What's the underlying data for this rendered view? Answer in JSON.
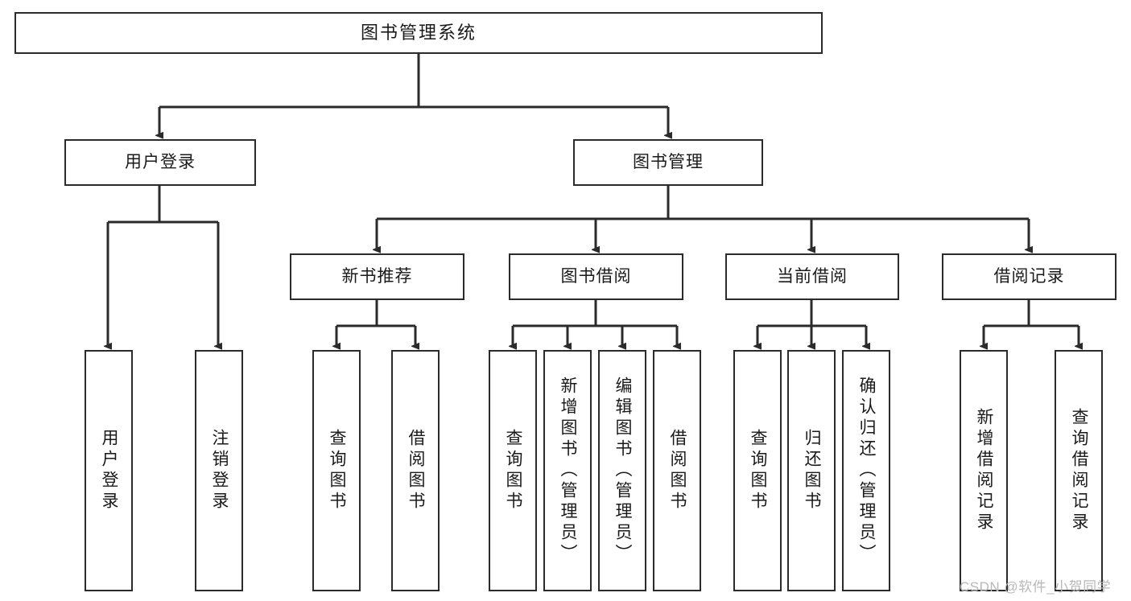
{
  "diagram": {
    "title": "图书管理系统",
    "type": "hierarchy-tree",
    "root": {
      "label": "图书管理系统",
      "name": "node-root-system"
    },
    "level2": [
      {
        "label": "用户登录",
        "name": "node-user-login"
      },
      {
        "label": "图书管理",
        "name": "node-book-management"
      }
    ],
    "level3": [
      {
        "label": "新书推荐",
        "name": "node-new-book-recommend"
      },
      {
        "label": "图书借阅",
        "name": "node-book-borrow"
      },
      {
        "label": "当前借阅",
        "name": "node-current-borrow"
      },
      {
        "label": "借阅记录",
        "name": "node-borrow-record"
      }
    ],
    "leaves": {
      "user_login": [
        {
          "label": "用户登录",
          "name": "leaf-user-login"
        },
        {
          "label": "注销登录",
          "name": "leaf-logout"
        }
      ],
      "new_book_recommend": [
        {
          "label": "查询图书",
          "name": "leaf-query-book-1"
        },
        {
          "label": "借阅图书",
          "name": "leaf-borrow-book-1"
        }
      ],
      "book_borrow": [
        {
          "label": "查询图书",
          "name": "leaf-query-book-2"
        },
        {
          "label": "新增图书（管理员）",
          "name": "leaf-add-book-admin"
        },
        {
          "label": "编辑图书（管理员）",
          "name": "leaf-edit-book-admin"
        },
        {
          "label": "借阅图书",
          "name": "leaf-borrow-book-2"
        }
      ],
      "current_borrow": [
        {
          "label": "查询图书",
          "name": "leaf-query-book-3"
        },
        {
          "label": "归还图书",
          "name": "leaf-return-book"
        },
        {
          "label": "确认归还（管理员）",
          "name": "leaf-confirm-return-admin"
        }
      ],
      "borrow_record": [
        {
          "label": "新增借阅记录",
          "name": "leaf-add-borrow-record"
        },
        {
          "label": "查询借阅记录",
          "name": "leaf-query-borrow-record"
        }
      ]
    },
    "watermark": "CSDN @软件_小贺同学",
    "colors": {
      "line": "#2b2b2b",
      "box_fill": "#ffffff",
      "text": "#1a1a1a",
      "watermark": "#b8b8b8"
    }
  }
}
